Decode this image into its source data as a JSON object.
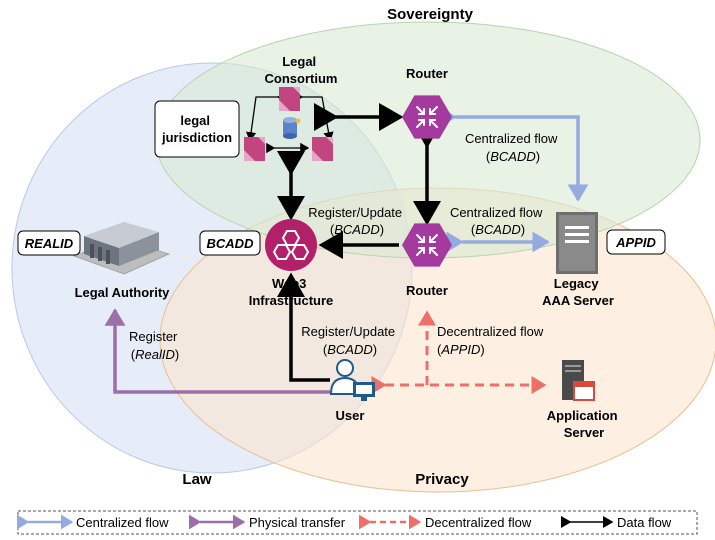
{
  "regions": {
    "sovereignty": "Sovereignty",
    "law": "Law",
    "privacy": "Privacy"
  },
  "nodes": {
    "legal_consortium": [
      "Legal",
      "Consortium"
    ],
    "legal_jurisdiction": [
      "legal",
      "jurisdiction"
    ],
    "router_top": "Router",
    "router_bottom": "Router",
    "legacy_server": [
      "Legacy",
      "AAA Server"
    ],
    "web3": [
      "Web3",
      "Infrastructure"
    ],
    "legal_authority": "Legal Authority",
    "user": "User",
    "application_server": [
      "Application",
      "Server"
    ]
  },
  "tags": {
    "realid": "REALID",
    "bcadd": "BCADD",
    "appid": "APPID"
  },
  "edges": {
    "centralized_top": [
      "Centralized flow",
      "(",
      "BCADD",
      ")"
    ],
    "centralized_mid": [
      "Centralized flow",
      "(",
      "BCADD",
      ")"
    ],
    "register_update_top": [
      "Register/Update",
      "(",
      "BCADD",
      ")"
    ],
    "register_update_bottom": [
      "Register/Update",
      "(",
      "BCADD",
      ")"
    ],
    "register_law": [
      "Register",
      "(",
      "RealID",
      ")"
    ],
    "decentralized": [
      "Decentralized flow",
      "(",
      "APPID",
      ")"
    ]
  },
  "legend": {
    "centralized": "Centralized flow",
    "physical": "Physical transfer",
    "decentralized": "Decentralized flow",
    "data": "Data flow"
  },
  "colors": {
    "centralized": "#93abe0",
    "physical": "#9c6fa8",
    "decentralized": "#ee6e6a",
    "data": "#000000",
    "router": "#a43a9d",
    "legal_doc": "#b9407a",
    "sovereignty_fill": "#d9ead3",
    "law_fill": "#dfe7f5",
    "privacy_fill": "#fbe5cf"
  }
}
